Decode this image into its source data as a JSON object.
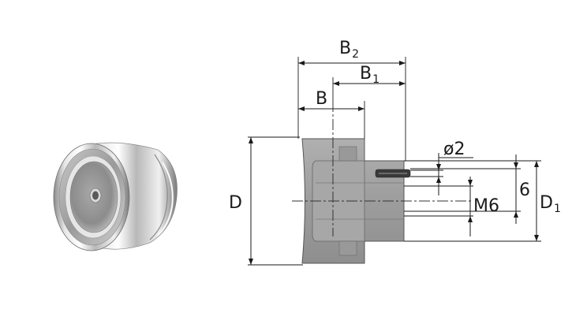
{
  "labels": {
    "B": "B",
    "B1_main": "B",
    "B1_sub": "1",
    "B2_main": "B",
    "B2_sub": "2",
    "D": "D",
    "D1_main": "D",
    "D1_sub": "1",
    "diameter": "ø2",
    "thread": "M6",
    "six": "6"
  }
}
